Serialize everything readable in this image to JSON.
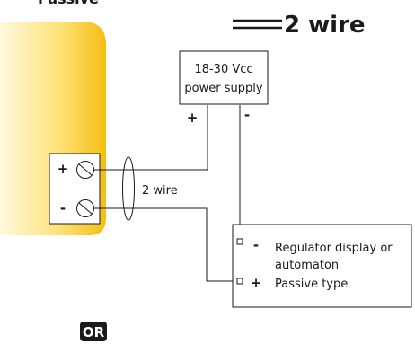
{
  "header": {
    "title_fragment": "Passive"
  },
  "wiring": {
    "title": "2 wire",
    "cable_label": "2 wire"
  },
  "power_supply": {
    "voltage": "18-30 Vcc",
    "label": "power supply",
    "plus": "+",
    "minus": "-"
  },
  "terminal_block": {
    "plus": "+",
    "minus": "-"
  },
  "regulator": {
    "minus": "-",
    "plus": "+",
    "line1": "Regulator display or",
    "line2": "automaton",
    "line3": "Passive type"
  },
  "or_badge": {
    "label": "OR"
  },
  "colors": {
    "panel_light": "#fff6d0",
    "panel_dark": "#f7c21a",
    "ink": "#1a1a1a"
  }
}
